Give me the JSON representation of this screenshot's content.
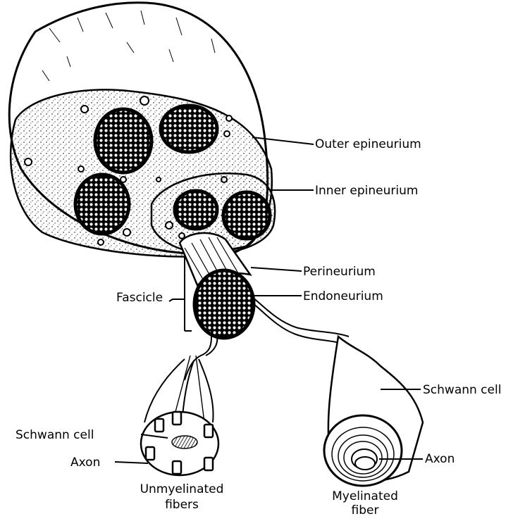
{
  "labels": {
    "outer_epineurium": "Outer epineurium",
    "inner_epineurium": "Inner epineurium",
    "perineurium": "Perineurium",
    "endoneurium": "Endoneurium",
    "fascicle": "Fascicle",
    "schwann_cell_right": "Schwann cell",
    "axon_right": "Axon",
    "schwann_cell_left": "Schwann cell",
    "axon_left": "Axon"
  },
  "captions": {
    "unmyelinated_line1": "Unmyelinated",
    "unmyelinated_line2": "fibers",
    "myelinated_line1": "Myelinated",
    "myelinated_line2": "fiber"
  }
}
